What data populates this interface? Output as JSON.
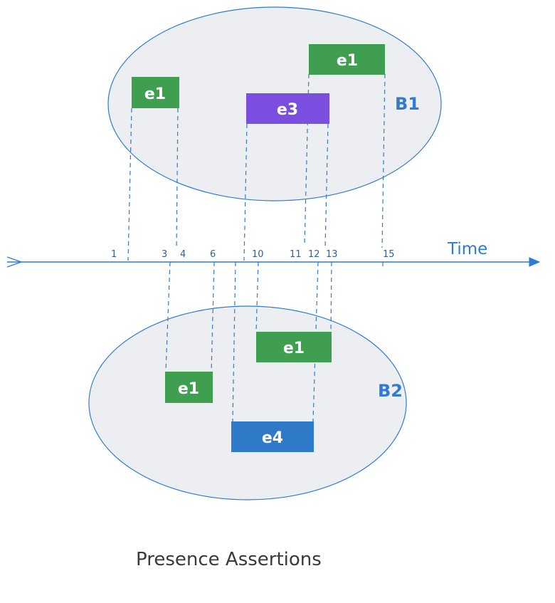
{
  "timeline": {
    "label": "Time",
    "ticks": [
      "1",
      "3",
      "4",
      "6",
      "10",
      "11",
      "12",
      "13",
      "15"
    ]
  },
  "sets": [
    {
      "name": "B1"
    },
    {
      "name": "B2"
    }
  ],
  "events": [
    {
      "label": "e1",
      "set": "B1",
      "color": "#3f9e4f"
    },
    {
      "label": "e3",
      "set": "B1",
      "color": "#7a4fe0"
    },
    {
      "label": "e1",
      "set": "B1",
      "color": "#3f9e4f"
    },
    {
      "label": "e1",
      "set": "B2",
      "color": "#3f9e4f"
    },
    {
      "label": "e4",
      "set": "B2",
      "color": "#2f79c9"
    },
    {
      "label": "e1",
      "set": "B2",
      "color": "#3f9e4f"
    }
  ],
  "caption": "Presence Assertions",
  "colors": {
    "ellipse_fill": "#eceef2",
    "ellipse_stroke": "#2f7bd1",
    "axis": "#2f7bd1",
    "dashed": "#2f7bd1"
  }
}
